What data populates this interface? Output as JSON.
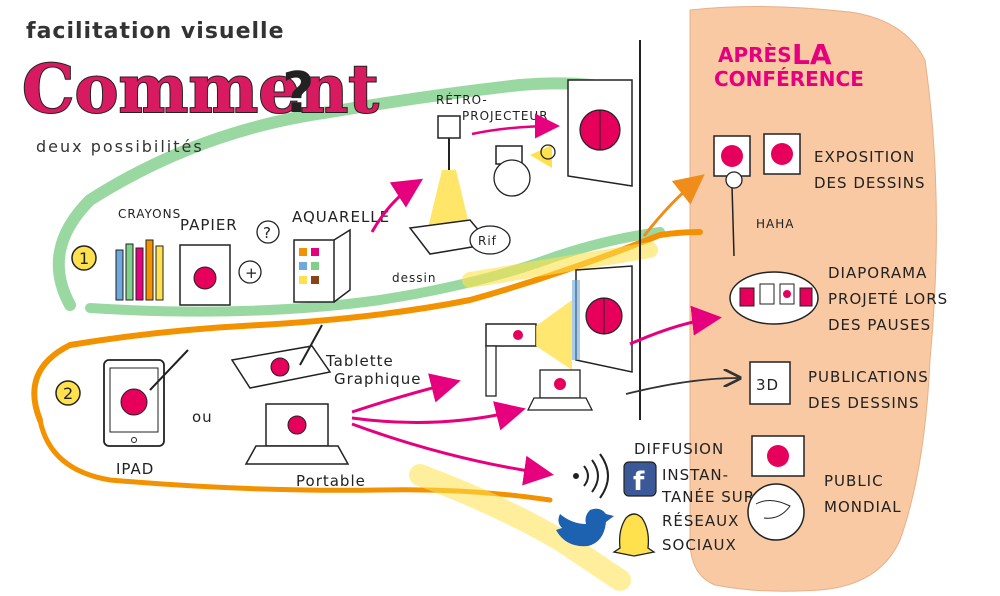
{
  "header": {
    "line1": "facilitation visuelle",
    "title": "Comment",
    "question_mark": "?",
    "subtitle": "deux possibilités"
  },
  "option1": {
    "number": "1",
    "crayons": "CRAYONS",
    "papier": "PAPIER",
    "plus": "+",
    "question": "?",
    "aquarelle": "AQUARELLE",
    "retro": "RÉTRO-",
    "projecteur": "PROJECTEUR",
    "dessin": "dessin",
    "rif": "Rif"
  },
  "option2": {
    "number": "2",
    "ipad": "IPAD",
    "ou": "ou",
    "tablette": "Tablette",
    "graphique": "Graphique",
    "portable": "Portable"
  },
  "diffusion": {
    "lines": [
      "DIFFUSION",
      "INSTAN-",
      "TANÉE SUR",
      "RÉSEAUX",
      "SOCIAUX"
    ],
    "facebook_letter": "f"
  },
  "after": {
    "apres": "APRÈS",
    "la": "LA",
    "conference": "CONFÉRENCE",
    "haha": "HAHA",
    "items": [
      {
        "lines": [
          "EXPOSITION",
          "DES DESSINS"
        ]
      },
      {
        "lines": [
          "DIAPORAMA",
          "PROJETÉ LORS",
          "DES PAUSES"
        ]
      },
      {
        "lines": [
          "PUBLICATIONS",
          "DES DESSINS"
        ],
        "badge": "3D"
      },
      {
        "lines": [
          "PUBLIC",
          "MONDIAL"
        ]
      }
    ]
  },
  "colors": {
    "pink": "#e6007e",
    "title_pink": "#d81b60",
    "peach": "#f8c9a3",
    "green": "#6cc77a",
    "orange": "#f39200",
    "yellow": "#ffe14d",
    "blue": "#6fa8dc",
    "facebook": "#3b5998",
    "twitter": "#1da1f2"
  }
}
